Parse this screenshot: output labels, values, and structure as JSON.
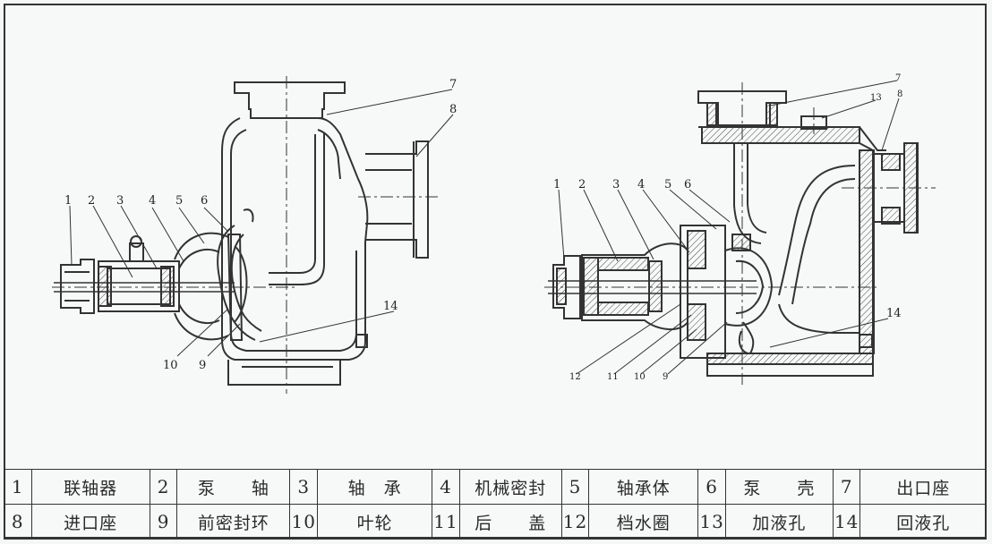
{
  "left_callouts": [
    "1",
    "2",
    "3",
    "4",
    "5",
    "6",
    "7",
    "8",
    "10",
    "9",
    "14"
  ],
  "right_callouts": [
    "1",
    "2",
    "3",
    "4",
    "5",
    "6",
    "7",
    "13",
    "8",
    "14",
    "12",
    "11",
    "10",
    "9"
  ],
  "legend": [
    [
      {
        "n": "1",
        "label": "联轴器"
      },
      {
        "n": "2",
        "label": "泵　　轴"
      },
      {
        "n": "3",
        "label": "轴　承"
      },
      {
        "n": "4",
        "label": "机械密封"
      },
      {
        "n": "5",
        "label": "轴承体"
      },
      {
        "n": "6",
        "label": "泵　　壳"
      },
      {
        "n": "7",
        "label": "出口座"
      }
    ],
    [
      {
        "n": "8",
        "label": "进口座"
      },
      {
        "n": "9",
        "label": "前密封环"
      },
      {
        "n": "10",
        "label": "叶轮"
      },
      {
        "n": "11",
        "label": "后　　盖"
      },
      {
        "n": "12",
        "label": "档水圈"
      },
      {
        "n": "13",
        "label": "加液孔"
      },
      {
        "n": "14",
        "label": "回液孔"
      }
    ]
  ]
}
